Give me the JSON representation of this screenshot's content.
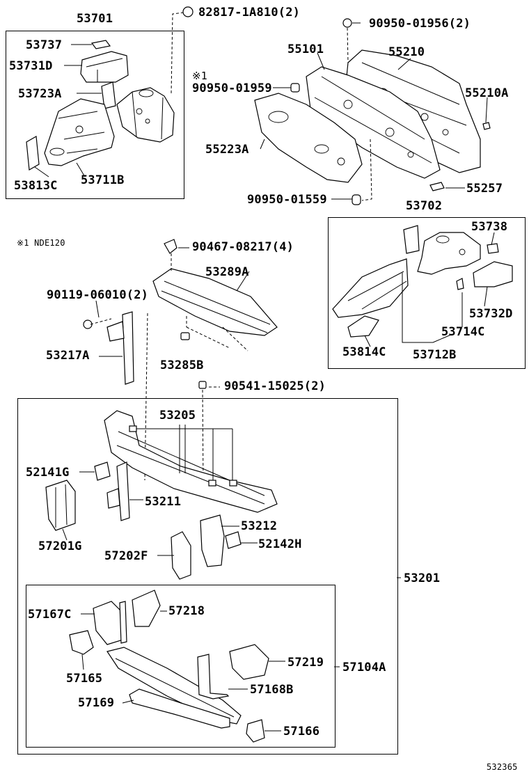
{
  "labels": {
    "g53701": "53701",
    "p53737": "53737",
    "p53731D": "53731D",
    "p53723A": "53723A",
    "p53813C": "53813C",
    "p53711B": "53711B",
    "c82817": "82817-1A810(2)",
    "c90950_01956": "90950-01956(2)",
    "p55101": "55101",
    "p55210": "55210",
    "note_mark": "※1",
    "c90950_01959": "90950-01959",
    "p55210A": "55210A",
    "p55223A": "55223A",
    "p55257": "55257",
    "c90950_01559": "90950-01559",
    "g53702": "53702",
    "p53738": "53738",
    "p53732D": "53732D",
    "p53714C": "53714C",
    "p53814C": "53814C",
    "p53712B": "53712B",
    "footnote": "※1 NDE120",
    "c90467": "90467-08217(4)",
    "p53289A": "53289A",
    "c90119": "90119-06010(2)",
    "p53217A": "53217A",
    "p53285B": "53285B",
    "c90541": "90541-15025(2)",
    "p53205": "53205",
    "p52141G": "52141G",
    "p53211": "53211",
    "p57201G": "57201G",
    "p53212": "53212",
    "p52142H": "52142H",
    "p57202F": "57202F",
    "g53201": "53201",
    "p57167C": "57167C",
    "p57218": "57218",
    "p57165": "57165",
    "p57219": "57219",
    "g57104A": "57104A",
    "p57168B": "57168B",
    "p57169": "57169",
    "p57166": "57166",
    "catalog_id": "532365"
  }
}
